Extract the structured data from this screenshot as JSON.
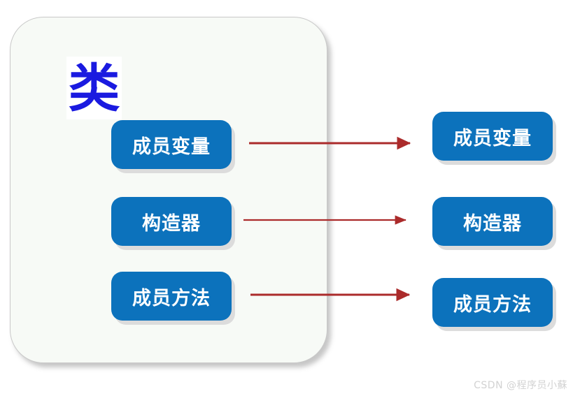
{
  "diagram": {
    "title_glyph": "类",
    "container": {
      "fill": "#f7faf6",
      "border": "#c9c9c9"
    },
    "box_color": "#0c72bc",
    "box_text_color": "#ffffff",
    "box_shadow_color": "#dcdcdc",
    "arrow_color": "#ab2b2b",
    "glyph_color": "#1a1ae0",
    "inner_boxes": [
      {
        "label": "成员变量"
      },
      {
        "label": "构造器"
      },
      {
        "label": "成员方法"
      }
    ],
    "outer_boxes": [
      {
        "label": "成员变量"
      },
      {
        "label": "构造器"
      },
      {
        "label": "成员方法"
      }
    ],
    "arrows": [
      {
        "from": "成员变量",
        "to": "成员变量"
      },
      {
        "from": "构造器",
        "to": "构造器"
      },
      {
        "from": "成员方法",
        "to": "成员方法"
      }
    ]
  },
  "watermark": {
    "text": "CSDN @程序员小蘇"
  }
}
